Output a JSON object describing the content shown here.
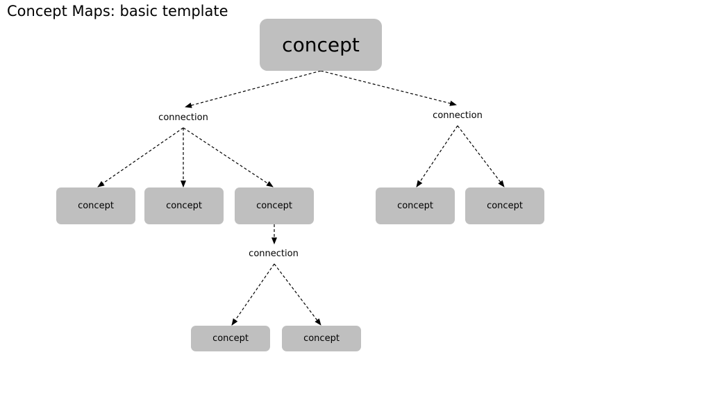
{
  "title": "Concept Maps: basic template",
  "colors": {
    "box_fill": "#bfbfbf",
    "line": "#000000",
    "background": "#ffffff"
  },
  "line_style": "dashed",
  "root": {
    "label": "concept"
  },
  "connections": {
    "left": "connection",
    "right": "connection",
    "lower": "connection"
  },
  "concepts": {
    "left_1": "concept",
    "left_2": "concept",
    "left_3": "concept",
    "right_1": "concept",
    "right_2": "concept",
    "lower_1": "concept",
    "lower_2": "concept"
  }
}
